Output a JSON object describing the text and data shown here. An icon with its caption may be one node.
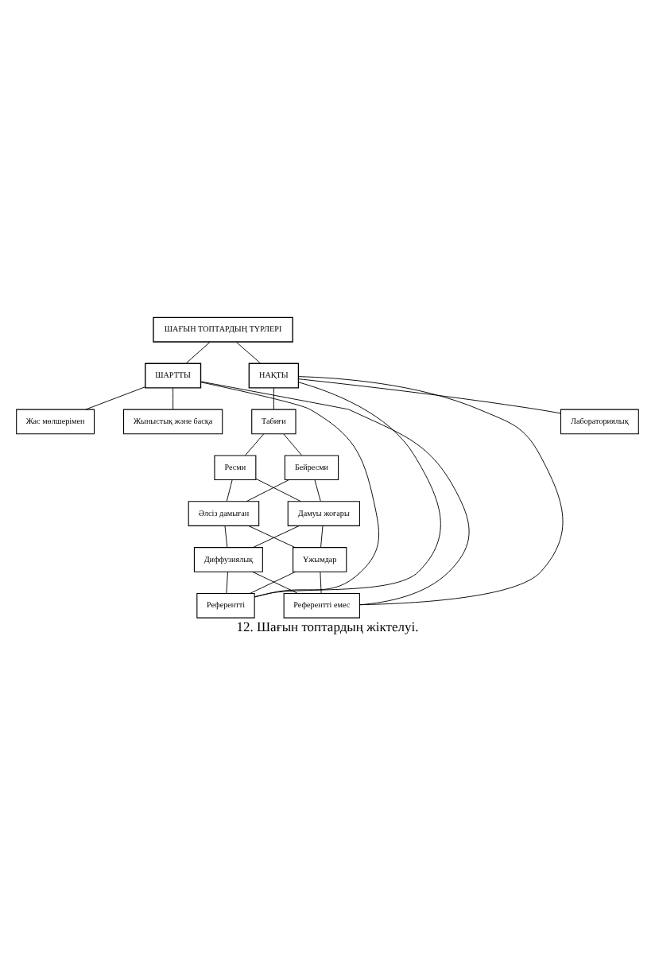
{
  "diagram": {
    "caption": "12. Шағын топтардың жіктелуі.",
    "nodes": [
      {
        "text": [
          "ШАҒЫН ТОПТАРДЫҢ ТҮРЛЕРІ"
        ]
      },
      {
        "text": [
          "ШАРТТЫ"
        ]
      },
      {
        "text": [
          "НАҚТЫ"
        ]
      },
      {
        "text": [
          "Жас мөлшерімен"
        ]
      },
      {
        "text": [
          "Жыныстық және басқа"
        ]
      },
      {
        "text": [
          "Табиғи"
        ]
      },
      {
        "text": [
          "Лабораториялық"
        ]
      },
      {
        "text": [
          "Ресми"
        ]
      },
      {
        "text": [
          "Бейресми"
        ]
      },
      {
        "text": [
          "Әлсіз дамыған"
        ]
      },
      {
        "text": [
          "Дамуы жоғары"
        ]
      },
      {
        "text": [
          "Диффузиялық"
        ]
      },
      {
        "text": [
          "Ұжымдар"
        ]
      },
      {
        "text": [
          "Референтті"
        ]
      },
      {
        "text": [
          "Референтті емес"
        ]
      }
    ],
    "edges": [
      {
        "from": 0,
        "to": 1,
        "arrow": "none"
      },
      {
        "from": 0,
        "to": 2,
        "arrow": "none"
      },
      {
        "from": 1,
        "to": 3,
        "arrow": "none"
      },
      {
        "from": 1,
        "to": 4,
        "arrow": "none"
      },
      {
        "from": 2,
        "to": 5,
        "arrow": "none"
      },
      {
        "from": 2,
        "to": 6,
        "arrow": "none"
      },
      {
        "from": 5,
        "to": 7,
        "arrow": "none"
      },
      {
        "from": 5,
        "to": 8,
        "arrow": "none"
      },
      {
        "from": 7,
        "to": 9,
        "arrow": "none"
      },
      {
        "from": 7,
        "to": 10,
        "arrow": "none"
      },
      {
        "from": 8,
        "to": 9,
        "arrow": "none"
      },
      {
        "from": 8,
        "to": 10,
        "arrow": "none"
      },
      {
        "from": 9,
        "to": 11,
        "arrow": "none"
      },
      {
        "from": 9,
        "to": 12,
        "arrow": "none"
      },
      {
        "from": 10,
        "to": 11,
        "arrow": "none"
      },
      {
        "from": 10,
        "to": 12,
        "arrow": "none"
      },
      {
        "from": 11,
        "to": 13,
        "arrow": "none"
      },
      {
        "from": 11,
        "to": 14,
        "arrow": "none"
      },
      {
        "from": 12,
        "to": 13,
        "arrow": "none"
      },
      {
        "from": 12,
        "to": 14,
        "arrow": "none"
      },
      {
        "from": 13,
        "to": 1,
        "arrow": "none"
      },
      {
        "from": 13,
        "to": 2,
        "arrow": "none"
      },
      {
        "from": 14,
        "to": 1,
        "arrow": "none"
      },
      {
        "from": 14,
        "to": 2,
        "arrow": "none"
      }
    ]
  }
}
